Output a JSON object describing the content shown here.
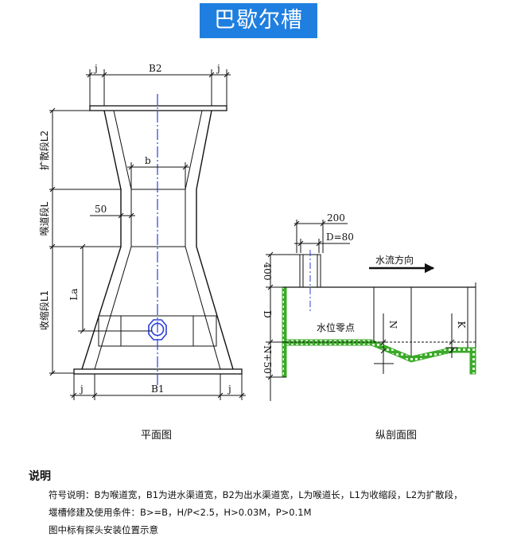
{
  "title": "巴歇尔槽",
  "plan": {
    "caption": "平面图",
    "labels": {
      "j_top_left": "j",
      "b2": "B2",
      "j_top_right": "j",
      "b": "b",
      "fifty": "50",
      "la": "La",
      "l2": "扩散段L2",
      "l": "喉道段L",
      "l1": "收缩段L1",
      "j_bottom_left": "j",
      "b1": "B1",
      "j_bottom_right": "j"
    }
  },
  "section": {
    "caption": "纵剖面图",
    "labels": {
      "w200": "200",
      "d80": "D=80",
      "h400": "400",
      "d": "D",
      "flow": "水流方向",
      "zero": "水位零点",
      "n50": "N+50",
      "n": "N",
      "k": "K"
    }
  },
  "notes": {
    "heading": "说明",
    "lines": [
      "符号说明：B为喉道宽，B1为进水渠道宽，B2为出水渠道宽，L为喉道长，L1为收缩段，L2为扩散段，",
      "堰槽修建及使用条件：B>=B，H/P<2.5，H>0.03M，P>0.1M",
      "图中标有探头安装位置示意"
    ]
  },
  "colors": {
    "title_bg": "#1f7fe0",
    "axis": "#2a3fd8",
    "bottom_fill": "#3aaa28"
  }
}
